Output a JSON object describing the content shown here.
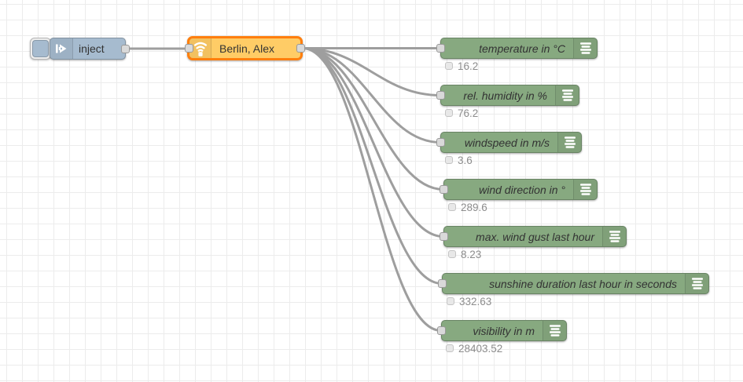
{
  "app": "node-red-flow-editor",
  "colors": {
    "canvas_bg": "#ffffff",
    "grid": "#ececec",
    "wire": "#9e9e9e",
    "port_fill": "#d9d9d9",
    "port_stroke": "#999999",
    "label": "#333333",
    "status_text": "#8c8c8c",
    "inject_fill": "#a6bbcf",
    "weather_fill": "#ffcc66",
    "debug_fill": "#87a980",
    "select": "#ff7f0e"
  },
  "nodes": {
    "inject": {
      "label": "inject",
      "icon": "inject-arrow-icon"
    },
    "weather": {
      "label": "Berlin, Alex",
      "icon": "broadcast-icon",
      "selected": true
    },
    "debug": [
      {
        "label": "temperature in °C",
        "status": "16.2"
      },
      {
        "label": "rel. humidity in %",
        "status": "76.2"
      },
      {
        "label": "windspeed in m/s",
        "status": "3.6"
      },
      {
        "label": "wind direction in °",
        "status": "289.6"
      },
      {
        "label": "max. wind gust last hour",
        "status": "8.23"
      },
      {
        "label": "sunshine duration last hour in seconds",
        "status": "332.63"
      },
      {
        "label": "visibility in m",
        "status": "28403.52"
      }
    ]
  }
}
